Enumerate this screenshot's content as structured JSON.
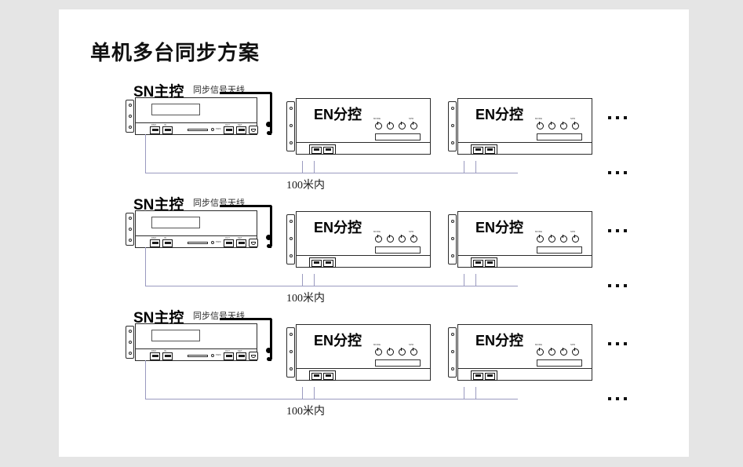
{
  "page": {
    "title": "单机多台同步方案",
    "background_color": "#e5e5e5",
    "card_color": "#ffffff"
  },
  "colors": {
    "wire": "#9a9ac0",
    "outline": "#2b2b2b",
    "antenna_cable": "#000000",
    "text": "#111111"
  },
  "labels": {
    "main_controller": "SN主控",
    "antenna": "同步信号天线",
    "sub_controller": "EN分控",
    "distance": "100米内",
    "ellipsis": "…"
  },
  "port_caps": {
    "rj_left_a": "DMX",
    "rj_left_b": "IN",
    "rj_right_a": "OUT",
    "rj_right_b": "NET",
    "round": "PWR"
  },
  "knob_caps": {
    "first": "MODE",
    "last": "SPD"
  },
  "rows": [
    {
      "id": "row-1",
      "main": {
        "label": "SN主控",
        "antenna_label": "同步信号天线"
      },
      "subs": [
        {
          "label": "EN分控"
        },
        {
          "label": "EN分控"
        }
      ],
      "distance": "100米内",
      "more_devices": "…",
      "more_links": "…"
    },
    {
      "id": "row-2",
      "main": {
        "label": "SN主控",
        "antenna_label": "同步信号天线"
      },
      "subs": [
        {
          "label": "EN分控"
        },
        {
          "label": "EN分控"
        }
      ],
      "distance": "100米内",
      "more_devices": "…",
      "more_links": "…"
    },
    {
      "id": "row-3",
      "main": {
        "label": "SN主控",
        "antenna_label": "同步信号天线"
      },
      "subs": [
        {
          "label": "EN分控"
        },
        {
          "label": "EN分控"
        }
      ],
      "distance": "100米内",
      "more_devices": "…",
      "more_links": "…"
    }
  ]
}
